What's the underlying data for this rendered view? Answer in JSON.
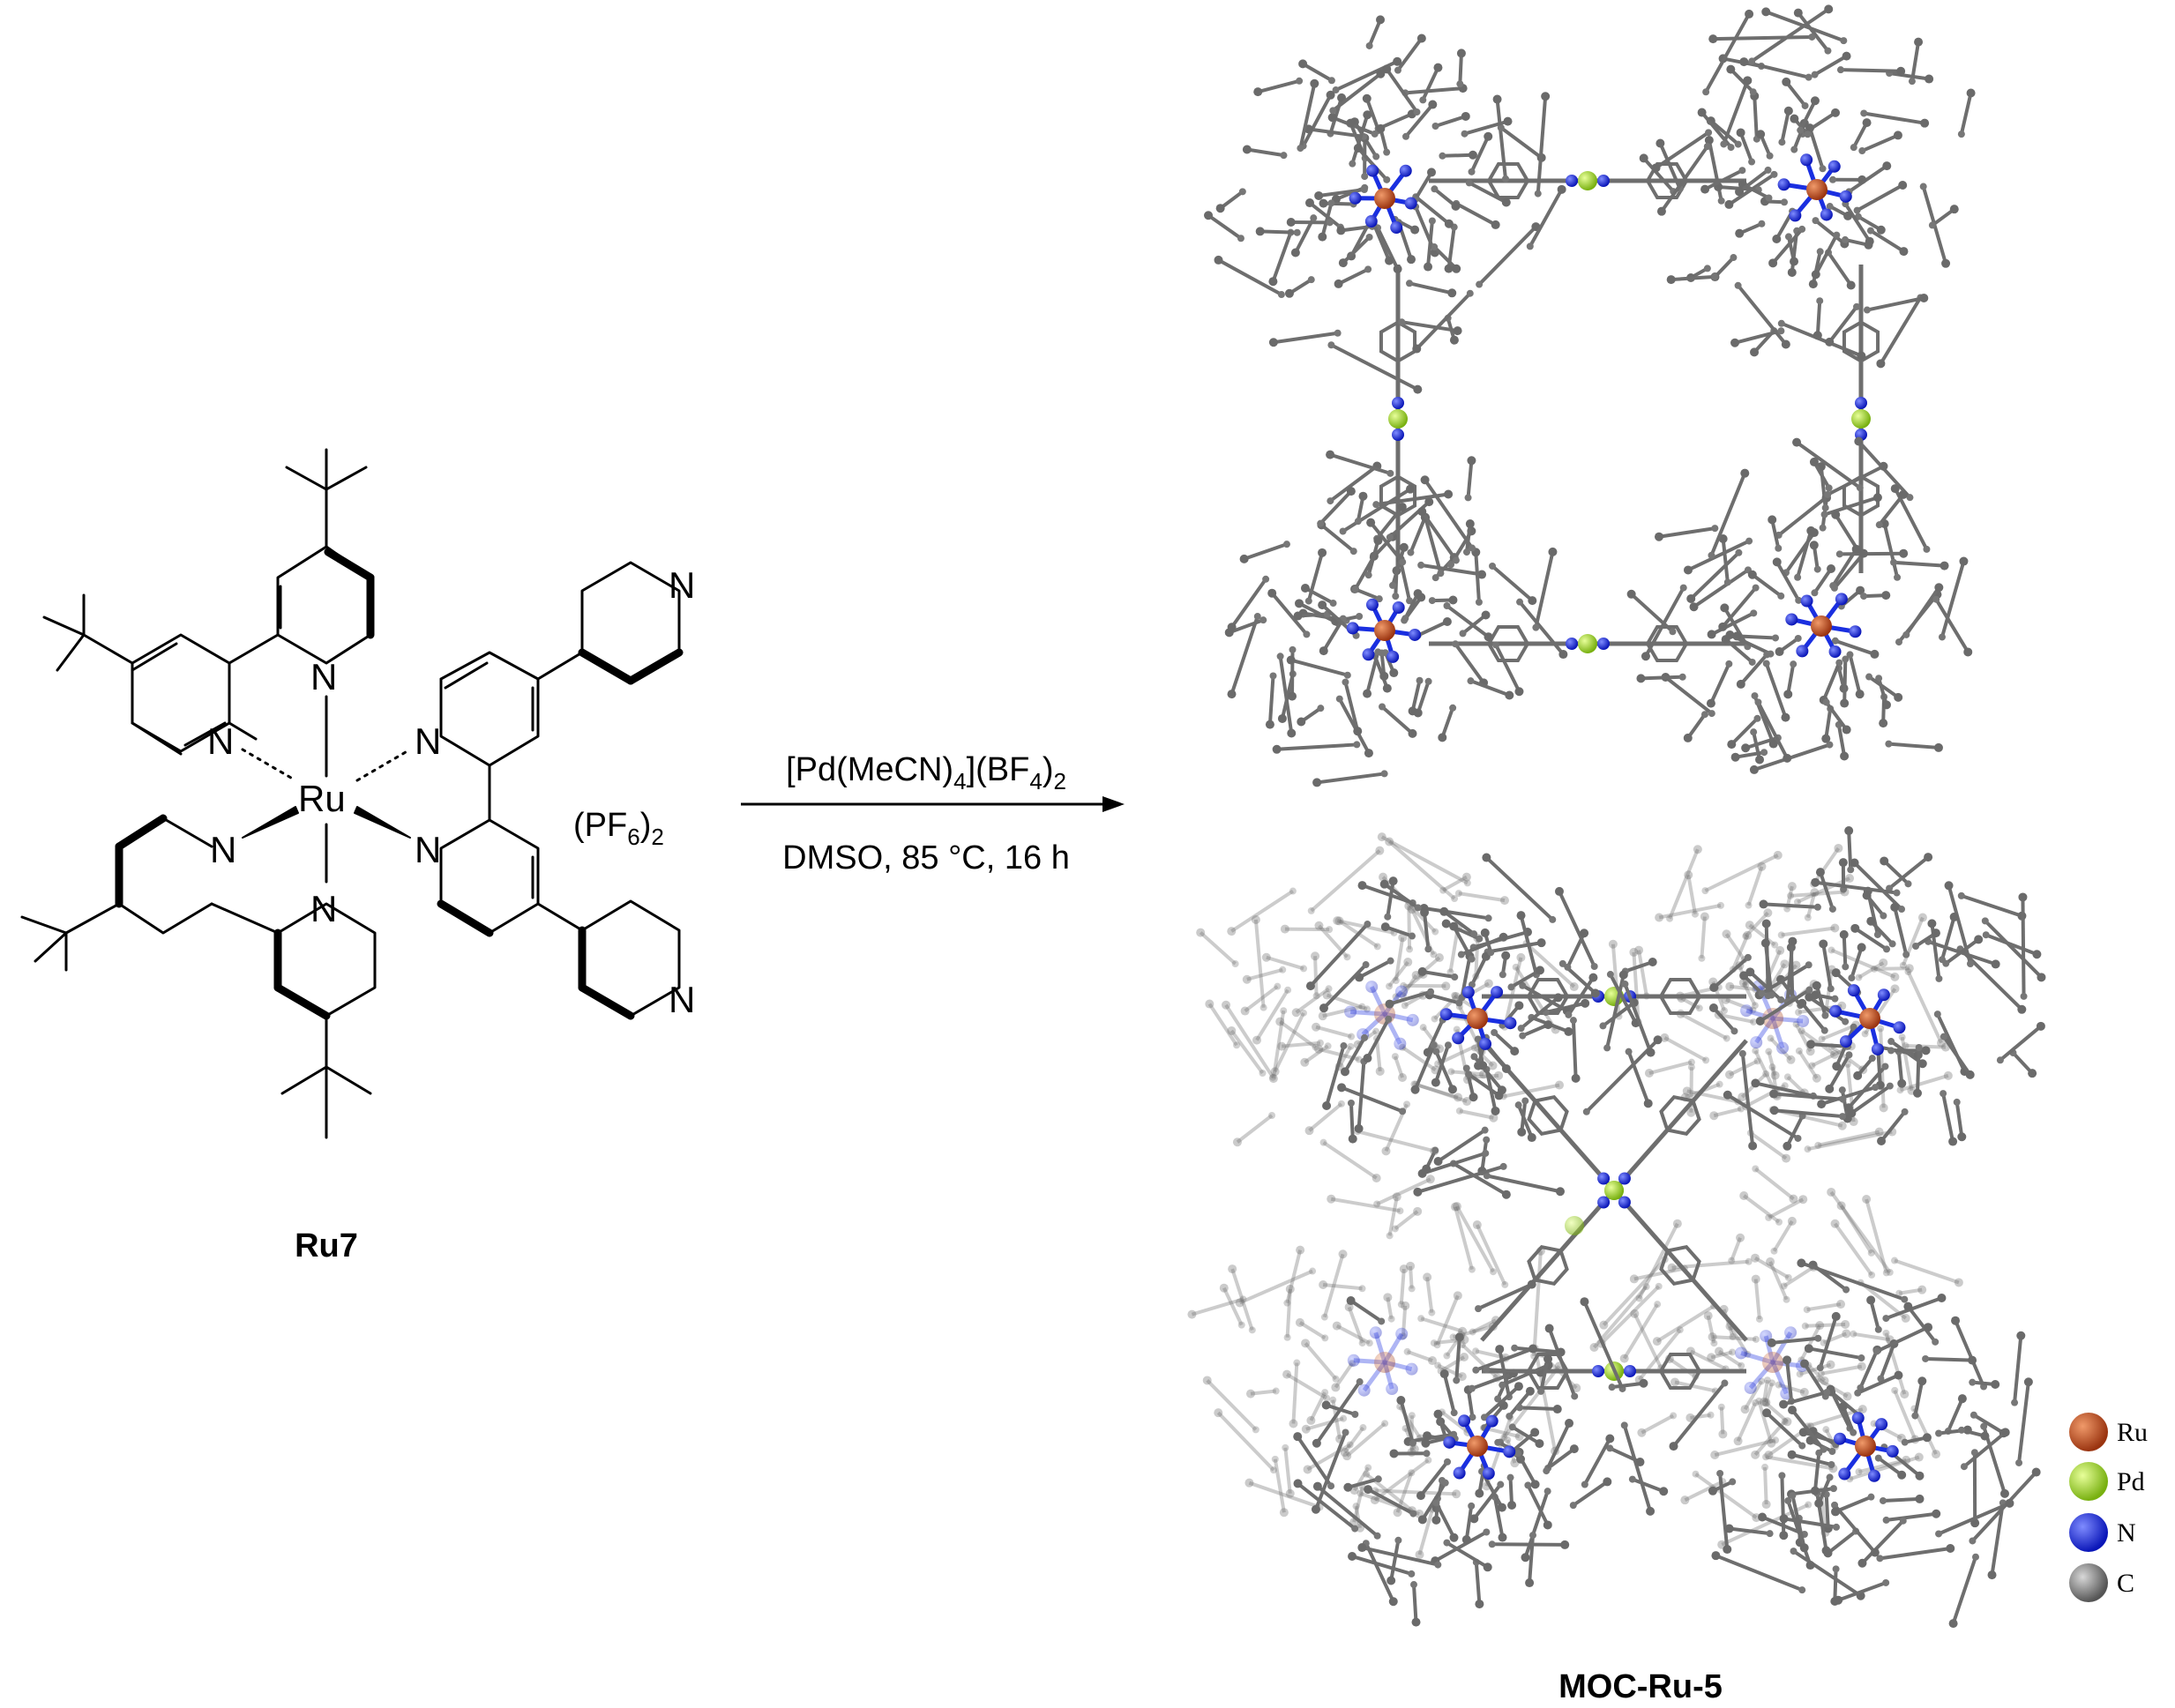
{
  "compound_label": "Ru7",
  "product_label": "MOC-Ru-5",
  "counterion": {
    "main": "(PF",
    "sub": "6",
    "close": ")",
    "sub2": "2"
  },
  "atoms": {
    "metal": "Ru",
    "nitrogen": "N"
  },
  "reagent": {
    "a": "[Pd(MeCN)",
    "b": "4",
    "c": "](BF",
    "d": "4",
    "e": ")",
    "f": "2"
  },
  "conditions": "DMSO, 85 °C, 16 h",
  "legend": [
    {
      "label": "Ru",
      "color": "#b8481c"
    },
    {
      "label": "Pd",
      "color": "#9ad81a"
    },
    {
      "label": "N",
      "color": "#1a2fe0"
    },
    {
      "label": "C",
      "color": "#7a7a7a"
    }
  ]
}
